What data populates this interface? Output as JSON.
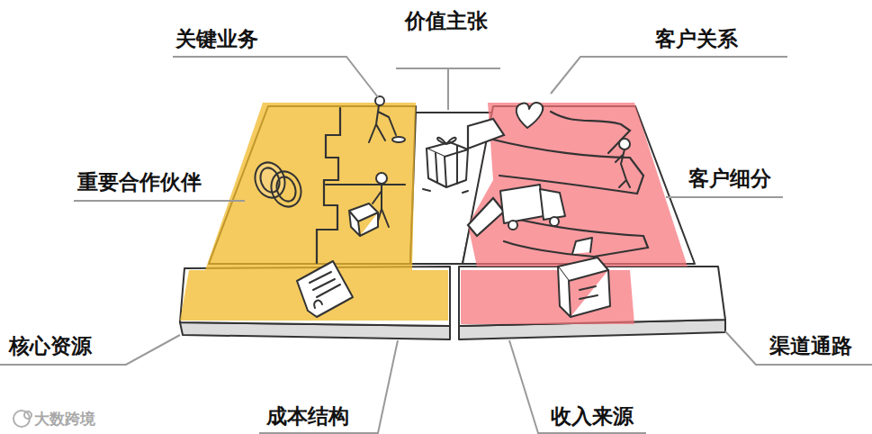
{
  "diagram": {
    "labels": [
      "关键业务",
      "价值主张",
      "客户关系",
      "重要合作伙伴",
      "客户细分",
      "核心资源",
      "渠道通路",
      "成本结构",
      "收入来源",
      "大数跨境"
    ]
  }
}
